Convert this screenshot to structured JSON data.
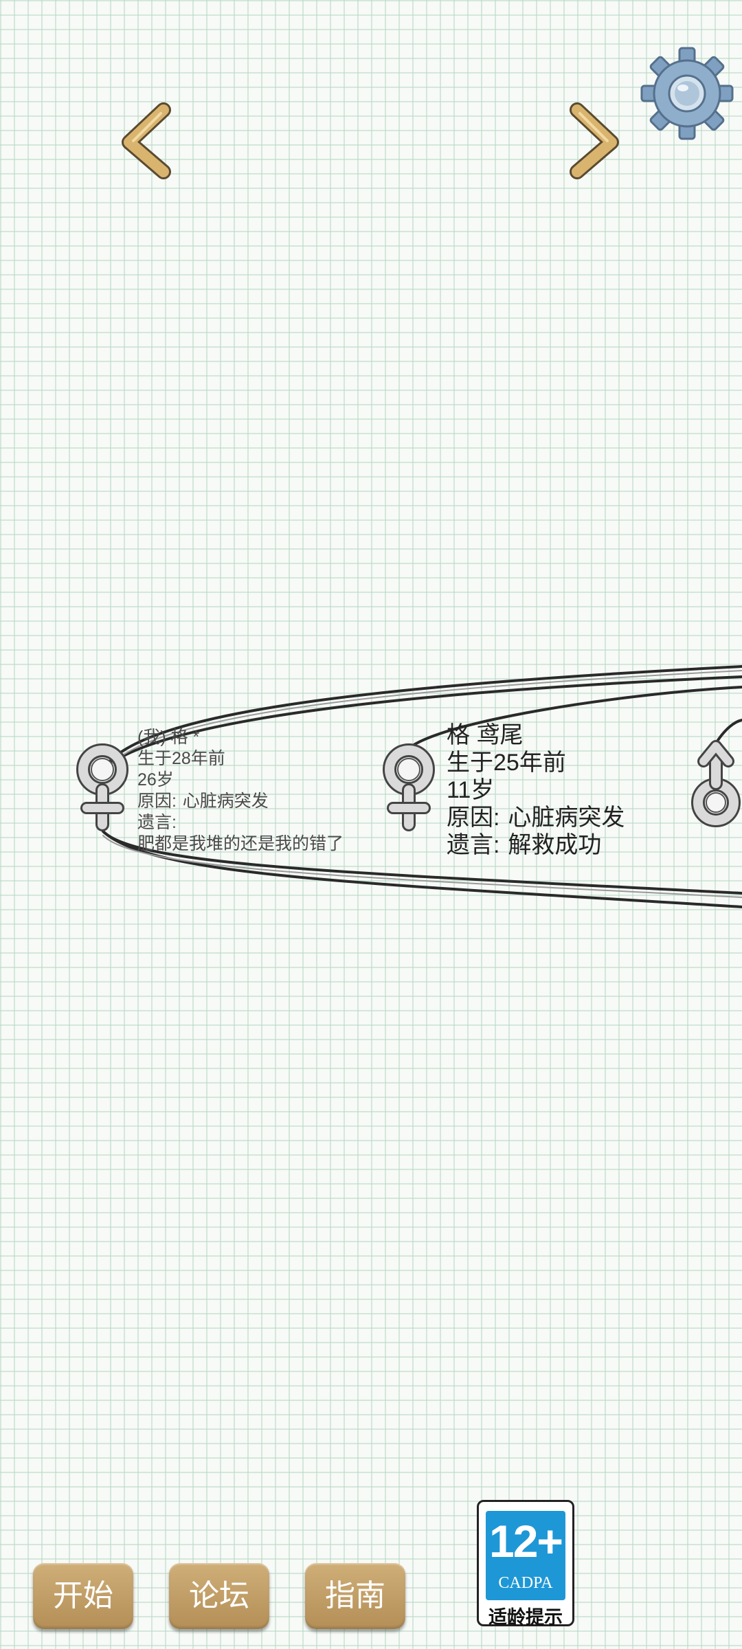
{
  "nav": {
    "prev_icon": "chevron-left-icon",
    "next_icon": "chevron-right-icon",
    "settings_icon": "gear-icon"
  },
  "family_tree": {
    "self": {
      "symbol": "female-symbol-icon",
      "name_line": "(我) 格 *",
      "born": "生于28年前",
      "age": "26岁",
      "cause_label": "原因:",
      "cause": "心脏病突发",
      "will_label": "遗言:",
      "will": "肥都是我堆的还是我的错了"
    },
    "relative": {
      "symbol": "female-symbol-icon",
      "name_line": "格 鸢尾",
      "born": "生于25年前",
      "age": "11岁",
      "cause_label": "原因:",
      "cause": "心脏病突发",
      "will_label": "遗言:",
      "will": "解救成功"
    },
    "offscreen_relative": {
      "symbol": "male-symbol-icon"
    }
  },
  "bottom_bar": {
    "start_label": "开始",
    "forum_label": "论坛",
    "guide_label": "指南"
  },
  "age_badge": {
    "rating": "12+",
    "org": "CADPA",
    "tip": "适龄提示"
  },
  "colors": {
    "button_gold": "#c09a62",
    "badge_blue": "#1e97d6",
    "grid_line": "#b9d7c8"
  }
}
